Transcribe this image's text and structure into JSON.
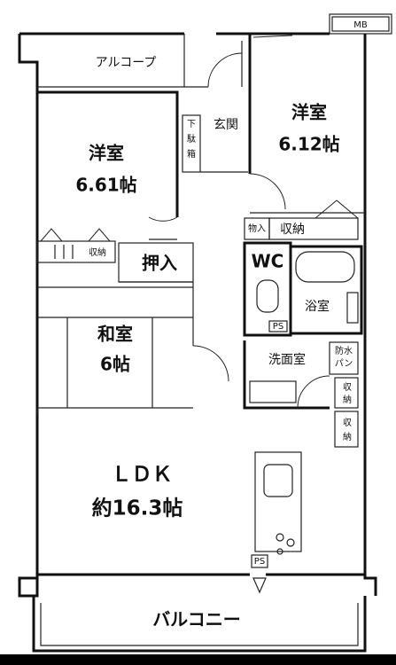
{
  "mb_label": "MB",
  "alcove": "アルコープ",
  "entrance": "玄関",
  "shoe_box": [
    "下",
    "駄",
    "箱"
  ],
  "bedroom1": {
    "name": "洋室",
    "size": "6.12帖"
  },
  "bedroom2": {
    "name": "洋室",
    "size": "6.61帖"
  },
  "closet_small": "物入",
  "storage": "収納",
  "storage_left": "収納",
  "oshiire": "押入",
  "wc": "WC",
  "bath": "浴室",
  "ps": "PS",
  "washroom": "洗面室",
  "waterproof_pan": [
    "防水",
    "パン"
  ],
  "storage_v1": [
    "収",
    "納"
  ],
  "storage_v2": [
    "収",
    "納"
  ],
  "washitsu": {
    "name": "和室",
    "size": "6帖"
  },
  "ldk": {
    "name": "ＬＤＫ",
    "size": "約16.3帖"
  },
  "balcony": "バルコニー"
}
